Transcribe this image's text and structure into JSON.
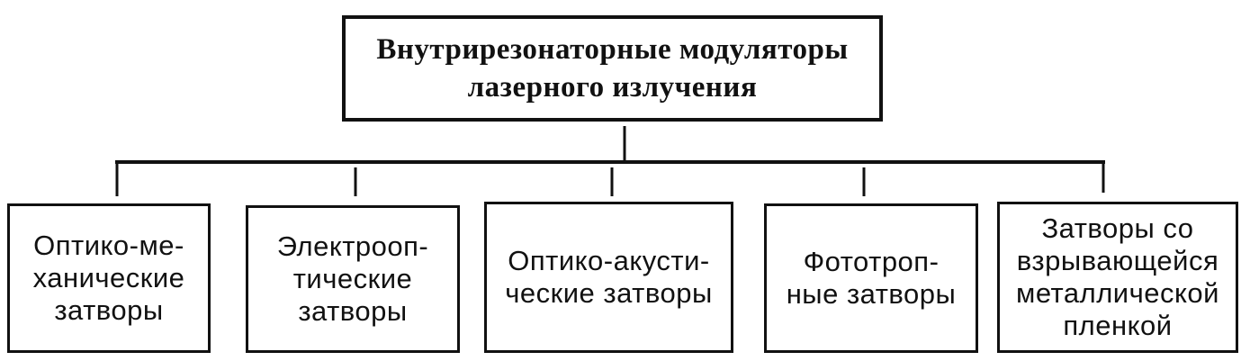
{
  "diagram": {
    "root": {
      "label": "Внутрирезонаторные  модуляторы\nлазерного  излучения"
    },
    "children": [
      {
        "label": "Оптико-ме-\nханические\nзатворы"
      },
      {
        "label": "Электрооп-\nтические\nзатворы"
      },
      {
        "label": "Оптико-акусти-\nческие  затворы"
      },
      {
        "label": "Фототроп-\nные затворы"
      },
      {
        "label": "Затворы  со\nвзрывающейся\nметаллической\nпленкой"
      }
    ]
  },
  "colors": {
    "line": "#111111",
    "background": "#ffffff"
  }
}
